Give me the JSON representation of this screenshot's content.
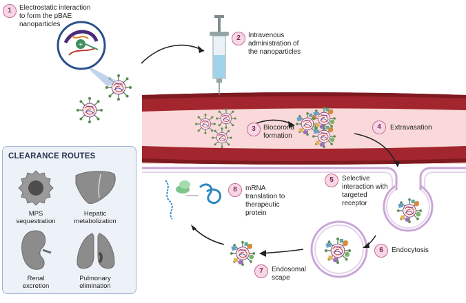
{
  "steps": [
    {
      "n": "1",
      "text": [
        "Electrostatic interaction",
        "to form the pBAE",
        "nanoparticles"
      ]
    },
    {
      "n": "2",
      "text": [
        "Intravenous",
        "administration of",
        "the nanoparticles"
      ]
    },
    {
      "n": "3",
      "text": [
        "Biocorona",
        "formation"
      ]
    },
    {
      "n": "4",
      "text": [
        "Extravasation"
      ]
    },
    {
      "n": "5",
      "text": [
        "Selective",
        "interaction with",
        "targeted",
        "receptor"
      ]
    },
    {
      "n": "6",
      "text": [
        "Endocytosis"
      ]
    },
    {
      "n": "7",
      "text": [
        "Endosomal",
        "scape"
      ]
    },
    {
      "n": "8",
      "text": [
        "mRNA",
        "translation to",
        "therapeutic",
        "protein"
      ]
    }
  ],
  "clearance": {
    "title": "CLEARANCE ROUTES",
    "organs": [
      {
        "label": [
          "MPS",
          "sequestration"
        ],
        "icon": "spleen-cell-icon"
      },
      {
        "label": [
          "Hepatic",
          "metabolization"
        ],
        "icon": "liver-icon"
      },
      {
        "label": [
          "Renal",
          "excretion"
        ],
        "icon": "kidney-icon"
      },
      {
        "label": [
          "Pulmonary",
          "elimination"
        ],
        "icon": "lungs-icon"
      }
    ]
  },
  "colors": {
    "vessel_wall": "#a3262e",
    "vessel_lumen": "#f9d9d9",
    "cell_membrane": "#c9a6d6",
    "badge_fill": "#f7d6e6",
    "clearance_bg": "#edf1f8"
  }
}
